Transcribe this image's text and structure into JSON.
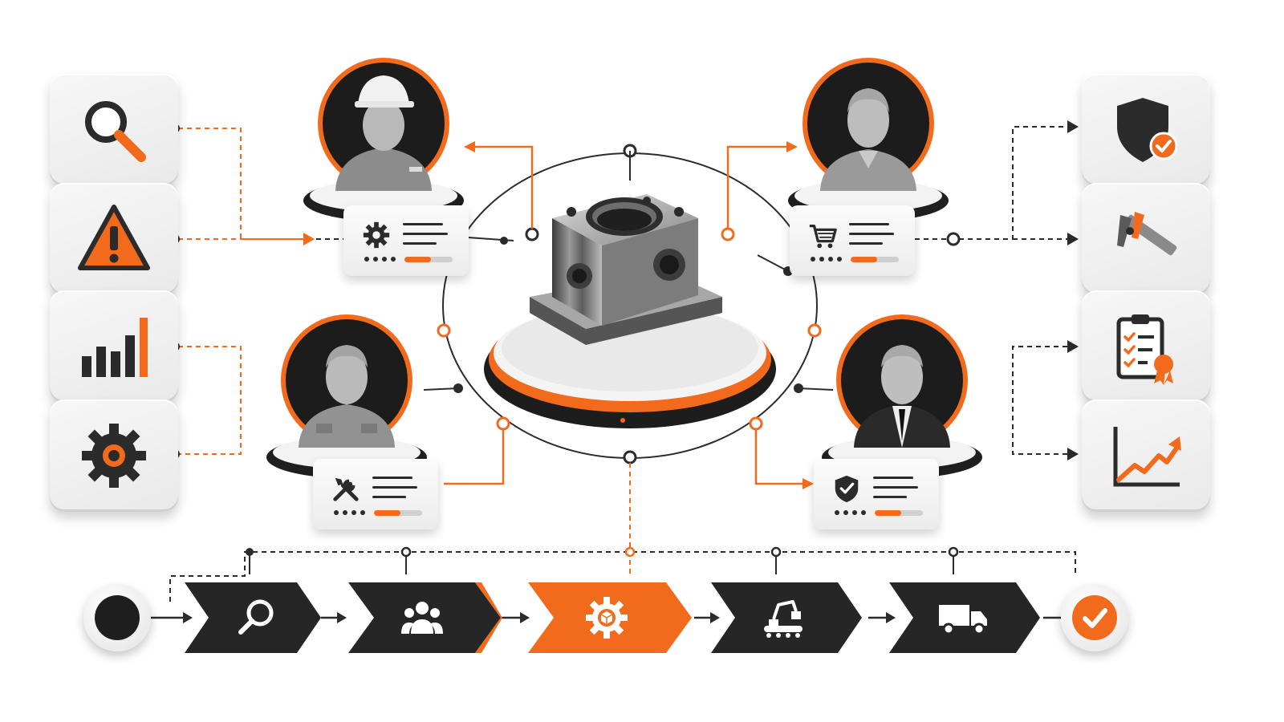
{
  "colors": {
    "accent": "#f26b1d",
    "dark": "#2b2b2b",
    "tile": "#efefef",
    "line": "#333333"
  },
  "left_tiles": [
    {
      "icon": "magnifier-icon"
    },
    {
      "icon": "warning-icon"
    },
    {
      "icon": "bar-chart-icon"
    },
    {
      "icon": "gear-icon"
    }
  ],
  "right_tiles": [
    {
      "icon": "shield-check-icon"
    },
    {
      "icon": "caliper-icon"
    },
    {
      "icon": "clipboard-certificate-icon"
    },
    {
      "icon": "trend-up-icon"
    }
  ],
  "roles": [
    {
      "person": "engineer-with-hard-hat",
      "card_icon": "gear-icon",
      "progress": 0.55
    },
    {
      "person": "buyer",
      "card_icon": "cart-icon",
      "progress": 0.55
    },
    {
      "person": "technician",
      "card_icon": "tools-icon",
      "progress": 0.55
    },
    {
      "person": "manager-in-suit",
      "card_icon": "shield-check-icon",
      "progress": 0.55
    }
  ],
  "center": {
    "object": "machined-metal-part",
    "platform": "orange-ring-pedestal"
  },
  "pipeline": {
    "start": {
      "icon": "start-dot-icon"
    },
    "steps": [
      {
        "icon": "search-icon",
        "active": false
      },
      {
        "icon": "team-icon",
        "active": false
      },
      {
        "icon": "gear-box-icon",
        "active": true
      },
      {
        "icon": "robot-arm-conveyor-icon",
        "active": false
      },
      {
        "icon": "delivery-truck-icon",
        "active": false
      }
    ],
    "end": {
      "icon": "checkmark-icon"
    }
  }
}
